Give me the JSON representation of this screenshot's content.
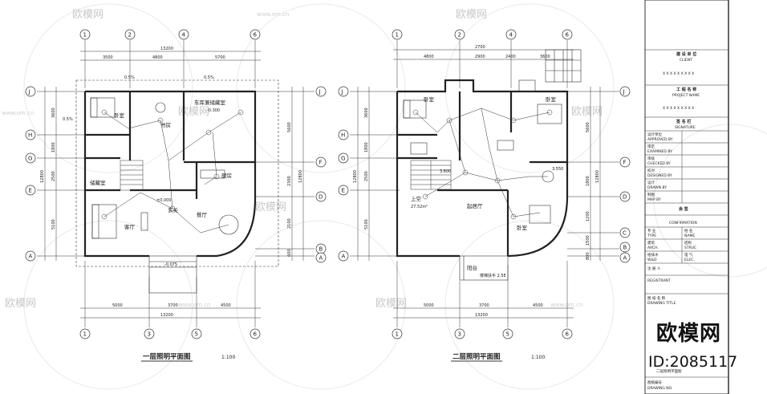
{
  "watermark": {
    "brand": "欧模网",
    "url": "www.om.cn"
  },
  "brand_mark": {
    "name": "欧模网",
    "id": "ID:2085117"
  },
  "plan1": {
    "title": "一层照明平面图",
    "scale": "1:100",
    "dims_top": [
      "3500",
      "4800",
      "5700"
    ],
    "dims_top_total": "13200",
    "dims_bottom": [
      "5000",
      "3700",
      "4500"
    ],
    "dims_bottom_total": "13200",
    "dims_left": [
      "3600",
      "1800",
      "2500",
      "5100"
    ],
    "dims_left_total": "12800",
    "dims_right": [
      "5600",
      "2300",
      "2100",
      "600"
    ],
    "dims_right_total": "12800",
    "rooms": {
      "bedroom": "卧室",
      "study": "书房",
      "storage": "储藏室",
      "garage_storage": "车库兼储藏室",
      "kitchen": "厨房",
      "hall": "玄关",
      "dining": "餐厅",
      "living": "客厅"
    },
    "levels": {
      "garage": "-0.300",
      "main": "±0.000",
      "entry": "-0.075",
      "slope_top": "0.5%",
      "slope_top_right": "0.5%",
      "slope_left": "0.5%"
    }
  },
  "plan2": {
    "title": "二层照明平面图",
    "scale": "1:100",
    "dims_top_row1": [
      "2700",
      "2400"
    ],
    "dims_top": [
      "4800",
      "2900",
      "3600"
    ],
    "dims_bottom": [
      "5000",
      "3700",
      "4500"
    ],
    "dims_bottom_total": "13200",
    "dims_left": [
      "3600",
      "1800",
      "2500",
      "5100"
    ],
    "dims_left_total": "12800",
    "dims_right": [
      "5600",
      "1800",
      "1200",
      "1500",
      "800"
    ],
    "dims_right_total": "12800",
    "rooms": {
      "bedroom_a": "卧室",
      "bedroom_b": "卧室",
      "bedroom_c": "卧室",
      "void": "上空",
      "void_area": "27.52m²",
      "family_room": "起居厅",
      "balcony": "阳台",
      "stair_note": "楼梯扶手 2.5E"
    },
    "levels": {
      "floor": "3.600",
      "balcony": "3.550"
    }
  },
  "axes": {
    "plan1_top": [
      "1",
      "2",
      "4",
      "6"
    ],
    "plan1_bottom": [
      "1",
      "3",
      "5",
      "6"
    ],
    "plan1_left": [
      "J",
      "H",
      "G",
      "E",
      "A"
    ],
    "plan1_right": [
      "J",
      "F",
      "D",
      "B",
      "A"
    ],
    "plan2_top": [
      "1",
      "2",
      "4",
      "6"
    ],
    "plan2_bottom": [
      "1",
      "3",
      "5",
      "6"
    ],
    "plan2_left": [
      "J",
      "H",
      "G",
      "E",
      "A"
    ],
    "plan2_right": [
      "J",
      "F",
      "D",
      "C",
      "B",
      "A"
    ]
  },
  "title_block": {
    "client_cn": "建 设 单 位",
    "client_en": "CLIENT",
    "client_value": "X X X X X X X X X",
    "project_cn": "工 程 名 称",
    "project_en": "PROJECT NAME",
    "project_value": "X X X X X X X X X",
    "signature_cn": "签 名 栏",
    "signature_en": "SIGNATURE",
    "rows": [
      {
        "cn": "设计单位",
        "en": "APPROVED BY"
      },
      {
        "cn": "审定",
        "en": "EXAMINED BY"
      },
      {
        "cn": "审核",
        "en": "CHECKED BY"
      },
      {
        "cn": "校对",
        "en": "DESIGNED BY"
      },
      {
        "cn": "设计",
        "en": "DRAWN BY"
      },
      {
        "cn": "制图",
        "en": "MAP BY"
      }
    ],
    "confirmation_cn": "会 签",
    "confirmation_en": "CONFIRMATION",
    "confirm_rows": [
      {
        "cn": "专 业",
        "en": "TYPE",
        "v1": "姓 名",
        "v2": "NAME"
      },
      {
        "cn": "建筑",
        "en": "ARCH.",
        "v1": "结构",
        "v2": "STRUC"
      },
      {
        "cn": "给排水",
        "en": "W&D",
        "v1": "电 气",
        "v2": "ELEC."
      }
    ],
    "registered_cn": "注 册 人",
    "registered_en": "REGISTRANT",
    "drawing_title_cn": "图 纸 名 称",
    "drawing_title_en": "DRAWING TITLE",
    "drawing_name": "二层照明平面图",
    "drawing_no_cn": "图纸编号",
    "drawing_no_en": "DRAWING NO."
  },
  "colors": {
    "line": "#333333",
    "wall": "#222222",
    "watermark": "#cccccc"
  }
}
